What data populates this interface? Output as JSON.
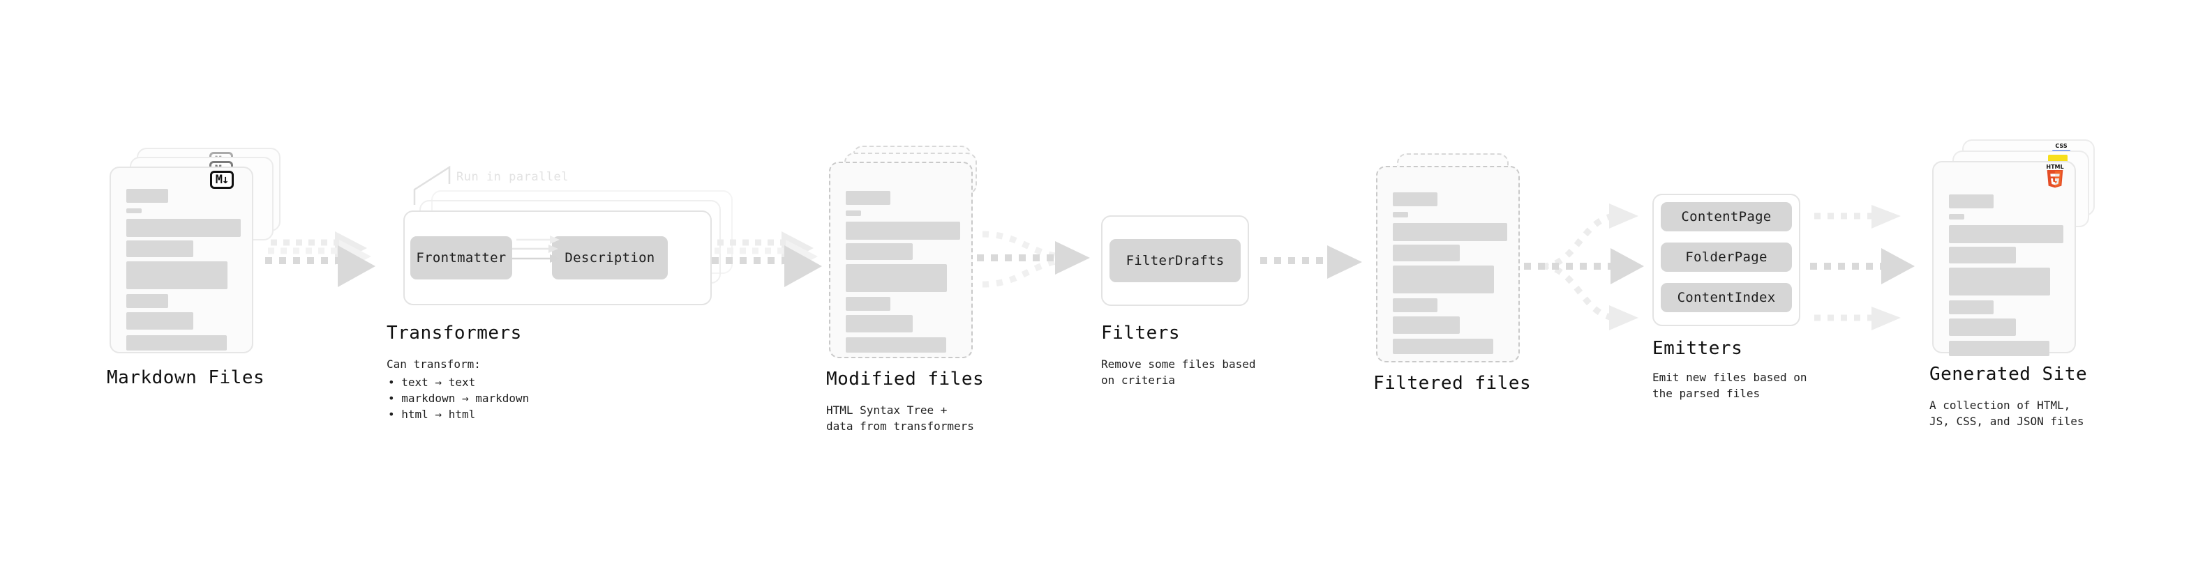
{
  "diagram": {
    "title_font_size": 26,
    "accent_colors": {
      "html5_orange": "#e44d26",
      "html5_orange_light": "#f16529",
      "js_yellow": "#f7df1e",
      "css_blue": "#2965f1",
      "bar_gray": "#d8d8d8",
      "pill_gray": "#d6d6d6",
      "card_border": "#e6e6e6",
      "dashed_border": "#c9c9c9",
      "arrow_gray": "#d9d9d9",
      "annotation_gray": "#e2e2e2"
    }
  },
  "stages": [
    {
      "id": "markdown-files",
      "title": "Markdown Files",
      "subtitle": "",
      "badge": "markdown-badge",
      "badge_text": "M↓"
    },
    {
      "id": "transformers",
      "title": "Transformers",
      "subtitle": "Can transform:",
      "annotation": "Run in parallel",
      "bullets": [
        "• text → text",
        "• markdown → markdown",
        "• html → html"
      ],
      "pills": [
        "Frontmatter",
        "Description"
      ]
    },
    {
      "id": "modified-files",
      "title": "Modified files",
      "subtitle": "HTML Syntax Tree +\ndata from transformers"
    },
    {
      "id": "filters",
      "title": "Filters",
      "subtitle": "Remove some files based\non criteria",
      "pills": [
        "FilterDrafts"
      ]
    },
    {
      "id": "filtered-files",
      "title": "Filtered files",
      "subtitle": ""
    },
    {
      "id": "emitters",
      "title": "Emitters",
      "subtitle": "Emit new files based on\nthe parsed files",
      "pills": [
        "ContentPage",
        "FolderPage",
        "ContentIndex"
      ]
    },
    {
      "id": "generated-site",
      "title": "Generated Site",
      "subtitle": "A collection of HTML,\nJS, CSS, and JSON files",
      "badges": [
        "html5-badge",
        "js-badge",
        "css-badge"
      ],
      "badge_texts": {
        "html5_top": "HTML",
        "html5_num": "5",
        "css": "CSS"
      }
    }
  ],
  "labels": {
    "markdown_files": "Markdown Files",
    "transformers": "Transformers",
    "transformers_sub": "Can transform:",
    "transformers_b1": "• text → text",
    "transformers_b2": "• markdown → markdown",
    "transformers_b3": "• html → html",
    "run_in_parallel": "Run in parallel",
    "frontmatter": "Frontmatter",
    "description": "Description",
    "modified_files": "Modified files",
    "modified_files_sub": "HTML Syntax Tree +\ndata from transformers",
    "filters": "Filters",
    "filters_sub": "Remove some files based\non criteria",
    "filter_drafts": "FilterDrafts",
    "filtered_files": "Filtered files",
    "emitters": "Emitters",
    "emitters_sub": "Emit new files based on\nthe parsed files",
    "content_page": "ContentPage",
    "folder_page": "FolderPage",
    "content_index": "ContentIndex",
    "generated_site": "Generated Site",
    "generated_site_sub": "A collection of HTML,\nJS, CSS, and JSON files",
    "md_badge": "M↓",
    "html5_label": "HTML",
    "html5_digit": "5",
    "css_label": "CSS"
  }
}
